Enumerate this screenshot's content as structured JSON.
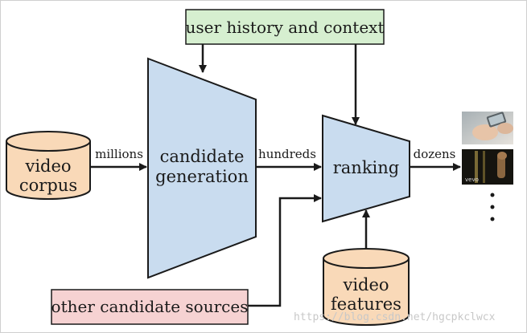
{
  "nodes": {
    "video_corpus": [
      "video",
      "corpus"
    ],
    "candidate_generation": [
      "candidate",
      "generation"
    ],
    "ranking": "ranking",
    "user_history": "user history and context",
    "other_sources": "other candidate sources",
    "video_features": [
      "video",
      "features"
    ]
  },
  "edges": {
    "millions": "millions",
    "hundreds": "hundreds",
    "dozens": "dozens"
  },
  "watermark": "https://blog.csdn.net/hgcpkclwcx",
  "colors": {
    "funnel_fill": "#c9dcef",
    "cylinder_fill": "#f9d9b8",
    "green_box": "#d6efd0",
    "pink_box": "#f6d2d2",
    "outline": "#1a1a1a"
  },
  "icons": [
    "thumbnail-phone",
    "thumbnail-vevo",
    "ellipsis-dots"
  ]
}
